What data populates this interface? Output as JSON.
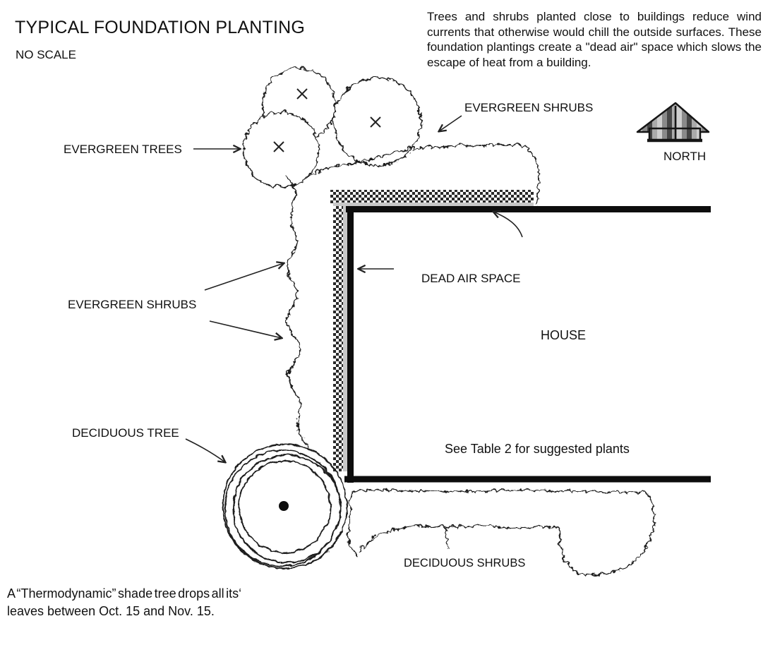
{
  "page": {
    "title": "TYPICAL FOUNDATION PLANTING",
    "scale_note": "NO SCALE"
  },
  "intro": "Trees and shrubs planted close to buildings reduce wind currents that otherwise would chill the outside surfaces. These foundation plantings create a \"dead air\" space which slows the escape of heat from a building.",
  "labels": {
    "evergreen_shrubs_top": "EVERGREEN SHRUBS",
    "north": "NORTH",
    "evergreen_trees": "EVERGREEN TREES",
    "dead_air_space": "DEAD AIR SPACE",
    "house": "HOUSE",
    "evergreen_shrubs_left": "EVERGREEN SHRUBS",
    "deciduous_tree": "DECIDUOUS TREE",
    "table_note": "See Table 2 for suggested plants",
    "deciduous_shrubs": "DECIDUOUS SHRUBS"
  },
  "footnote": {
    "line1": "A “Thermodynamic” shade tree drops all its‘",
    "line2": "leaves between Oct. 15 and Nov. 15."
  },
  "icons": {
    "north_arrow": "north-arrow-icon"
  },
  "colors": {
    "ink": "#111111",
    "paper": "#ffffff",
    "hatch": "#2a2a2a",
    "hatch_inner_strip": "#c8c8c8"
  }
}
